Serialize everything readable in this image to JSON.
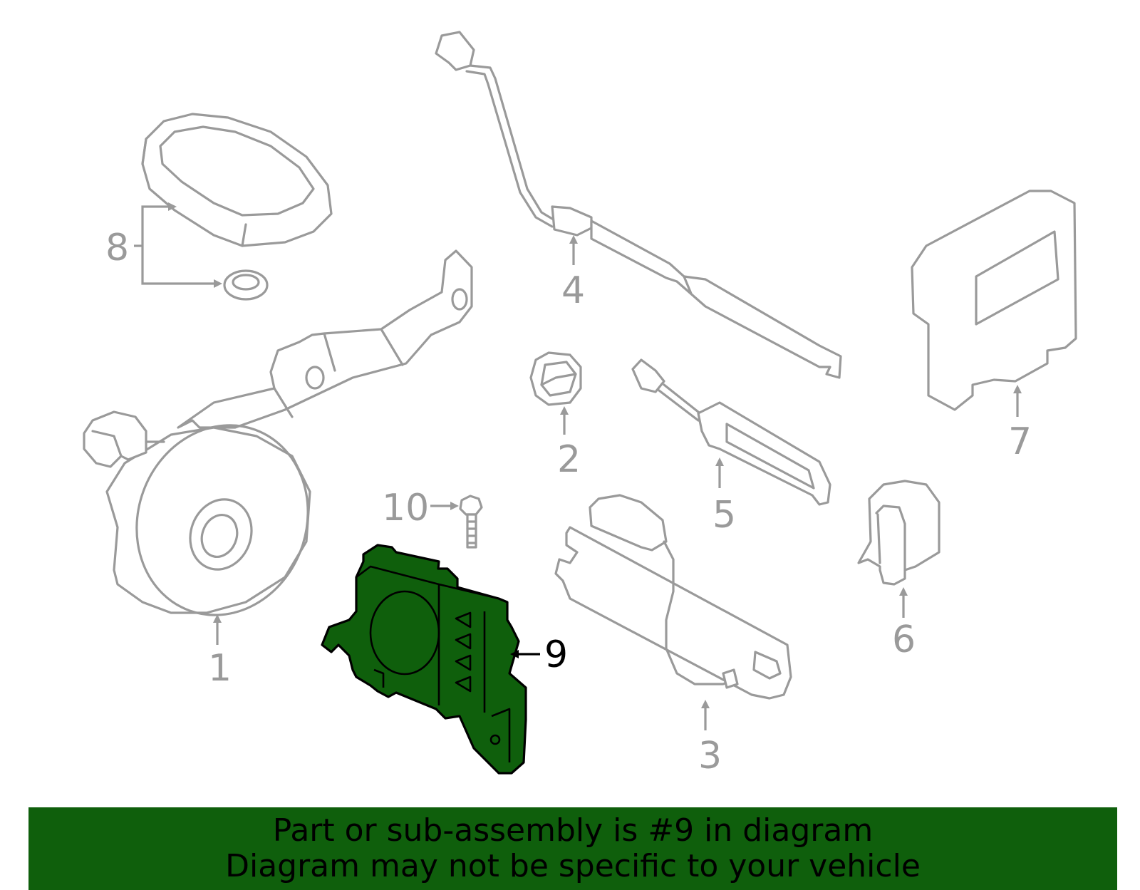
{
  "diagram": {
    "callouts": [
      {
        "id": "1",
        "label": "1"
      },
      {
        "id": "2",
        "label": "2"
      },
      {
        "id": "3",
        "label": "3"
      },
      {
        "id": "4",
        "label": "4"
      },
      {
        "id": "5",
        "label": "5"
      },
      {
        "id": "6",
        "label": "6"
      },
      {
        "id": "7",
        "label": "7"
      },
      {
        "id": "8",
        "label": "8"
      },
      {
        "id": "9",
        "label": "9"
      },
      {
        "id": "10",
        "label": "10"
      }
    ],
    "highlighted_part": "9",
    "colors": {
      "highlight_fill": "#0f5f0c",
      "line_gray": "#9a9a9a",
      "banner_bg": "#0f5f0c"
    }
  },
  "banner": {
    "line1": "Part or sub-assembly is #9 in diagram",
    "line2": "Diagram may not be specific to your vehicle"
  }
}
